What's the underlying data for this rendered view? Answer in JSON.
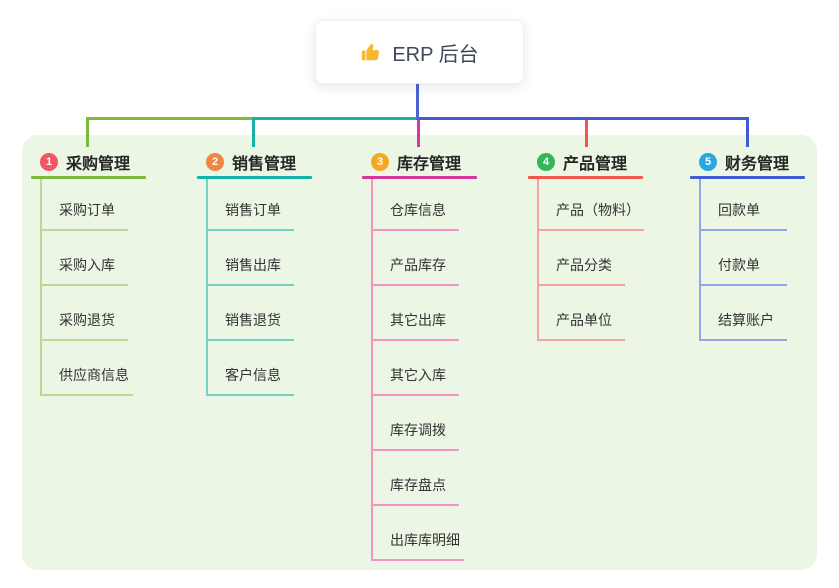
{
  "root": {
    "label": "ERP 后台",
    "icon": "thumbs-up-icon",
    "icon_color": "#f5b82e",
    "line_color": "#4f63d2"
  },
  "colors": {
    "canvas_bg": "#ffffff",
    "panel_bg": "#ebf6e4",
    "title_text": "#262626",
    "child_text": "#333333"
  },
  "branches": [
    {
      "number": "1",
      "title": "采购管理",
      "circle_color": "#f25767",
      "accent": "#7cb93e",
      "child_line": "#b7da90",
      "children": [
        "采购订单",
        "采购入库",
        "采购退货",
        "供应商信息"
      ]
    },
    {
      "number": "2",
      "title": "销售管理",
      "circle_color": "#f0863f",
      "accent": "#14b3a9",
      "child_line": "#76d0c8",
      "children": [
        "销售订单",
        "销售出库",
        "销售退货",
        "客户信息"
      ]
    },
    {
      "number": "3",
      "title": "库存管理",
      "circle_color": "#f7a823",
      "accent": "#d6369b",
      "child_line": "#f592c4",
      "children": [
        "仓库信息",
        "产品库存",
        "其它出库",
        "其它入库",
        "库存调拨",
        "库存盘点",
        "出库库明细"
      ]
    },
    {
      "number": "4",
      "title": "产品管理",
      "circle_color": "#35b55a",
      "accent": "#f2564e",
      "child_line": "#f5a3a0",
      "children": [
        "产品（物料）",
        "产品分类",
        "产品单位"
      ]
    },
    {
      "number": "5",
      "title": "财务管理",
      "circle_color": "#28a7e1",
      "accent": "#3f5bd5",
      "child_line": "#94a6e6",
      "children": [
        "回款单",
        "付款单",
        "结算账户"
      ]
    }
  ]
}
